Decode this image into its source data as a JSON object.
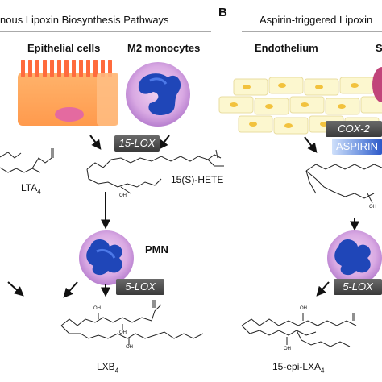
{
  "panel_a": {
    "title": "nous Lipoxin Biosynthesis Pathways",
    "cells": {
      "epithelial": "Epithelial cells",
      "monocytes": "M2 monocytes",
      "pmn": "PMN"
    },
    "enzymes": {
      "lox15": "15-LOX",
      "lox5": "5-LOX"
    },
    "molecules": {
      "lta4": "LTA",
      "lta4_sub": "4",
      "hete": "15(S)-HETE",
      "lxb4": "LXB",
      "lxb4_sub": "4"
    }
  },
  "panel_b": {
    "letter": "B",
    "title": "Aspirin-triggered Lipoxin",
    "cells": {
      "endothelium": "Endothelium",
      "cut_label": "S"
    },
    "enzymes": {
      "cox2": "COX-2",
      "aspirin": "ASPIRIN",
      "lox5": "5-LOX"
    },
    "molecules": {
      "epi_lxa4": "15-epi-LXA",
      "epi_lxa4_sub": "4"
    }
  },
  "structure_labels": {
    "oh": "OH"
  }
}
